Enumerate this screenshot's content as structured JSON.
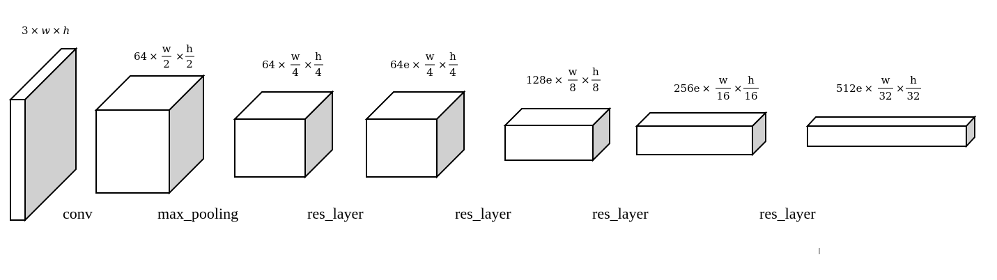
{
  "colors": {
    "front_face": "#ffffff",
    "top_face": "#ffffff",
    "side_face": "#d0d0d0",
    "edge": "#000000"
  },
  "operations": [
    {
      "id": "conv",
      "label": "conv"
    },
    {
      "id": "max_pooling",
      "label": "max_pooling"
    },
    {
      "id": "res_layer_1",
      "label": "res_layer"
    },
    {
      "id": "res_layer_2",
      "label": "res_layer"
    },
    {
      "id": "res_layer_3",
      "label": "res_layer"
    },
    {
      "id": "res_layer_4",
      "label": "res_layer"
    }
  ],
  "tensors": [
    {
      "id": "input",
      "channels": "3",
      "w": "w",
      "h": "h",
      "w_div": "",
      "h_div": ""
    },
    {
      "id": "pool",
      "channels": "64",
      "w": "w",
      "h": "h",
      "w_div": "2",
      "h_div": "2"
    },
    {
      "id": "res1",
      "channels": "64",
      "w": "w",
      "h": "h",
      "w_div": "4",
      "h_div": "4"
    },
    {
      "id": "res2",
      "channels": "64e",
      "w": "w",
      "h": "h",
      "w_div": "4",
      "h_div": "4"
    },
    {
      "id": "res3",
      "channels": "128e",
      "w": "w",
      "h": "h",
      "w_div": "8",
      "h_div": "8"
    },
    {
      "id": "res4",
      "channels": "256e",
      "w": "w",
      "h": "h",
      "w_div": "16",
      "h_div": "16"
    },
    {
      "id": "res5",
      "channels": "512e",
      "w": "w",
      "h": "h",
      "w_div": "32",
      "h_div": "32"
    }
  ],
  "times": "×"
}
